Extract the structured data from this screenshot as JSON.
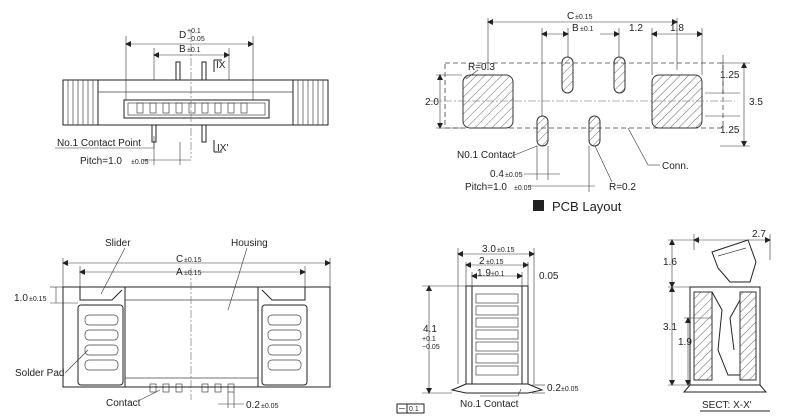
{
  "top_left_view": {
    "dim_d": "D",
    "dim_d_tol_plus": "+0.1",
    "dim_d_tol_minus": "−0.05",
    "dim_b": "B",
    "dim_b_tol": "±0.1",
    "section_top": "IX",
    "section_bottom": "IX'",
    "contact_point_label": "No.1 Contact Point",
    "pitch_label": "Pitch=1.0",
    "pitch_tol": "±0.05"
  },
  "pcb_layout": {
    "dim_c": "C",
    "dim_c_tol": "±0.15",
    "dim_b": "B",
    "dim_b_tol": "±0.1",
    "dim_1_2": "1.2",
    "dim_1_8": "1.8",
    "radius_top": "R=0.3",
    "dim_2_0": "2.0",
    "dim_1_25_top": "1.25",
    "dim_3_5": "3.5",
    "dim_1_25_bottom": "1.25",
    "contact_label": "N0.1 Contact",
    "conn_label": "Conn.",
    "width_label": "0.4",
    "width_tol": "±0.05",
    "pitch_label": "Pitch=1.0",
    "pitch_tol": "±0.05",
    "radius_bottom": "R=0.2",
    "legend_label": "PCB Layout"
  },
  "front_view": {
    "slider_label": "Slider",
    "housing_label": "Housing",
    "dim_c": "C",
    "dim_c_tol": "±0.15",
    "dim_a": "A",
    "dim_a_tol": "±0.15",
    "dim_height": "1.0",
    "dim_height_tol": "±0.15",
    "solder_pad_label": "Solder Pad",
    "contact_label": "Contact",
    "dim_0_2": "0.2",
    "dim_0_2_tol": "±0.05"
  },
  "side_view": {
    "dim_3_0": "3.0",
    "dim_3_0_tol": "±0.15",
    "dim_2": "2",
    "dim_2_tol": "±0.15",
    "dim_1_9": "1.9",
    "dim_1_9_tol": "±0.1",
    "dim_0_05": "0.05",
    "dim_4_1": "4.1",
    "dim_4_1_tol_plus": "+0.1",
    "dim_4_1_tol_minus": "−0.05",
    "flatness_label": "0.1",
    "contact_label": "No.1 Contact",
    "dim_0_2": "0.2",
    "dim_0_2_tol": "±0.05"
  },
  "section_view": {
    "dim_2_7": "2.7",
    "dim_1_6": "1.6",
    "dim_3_1": "3.1",
    "dim_1_9": "1.9",
    "section_label": "SECT: X-X'"
  }
}
